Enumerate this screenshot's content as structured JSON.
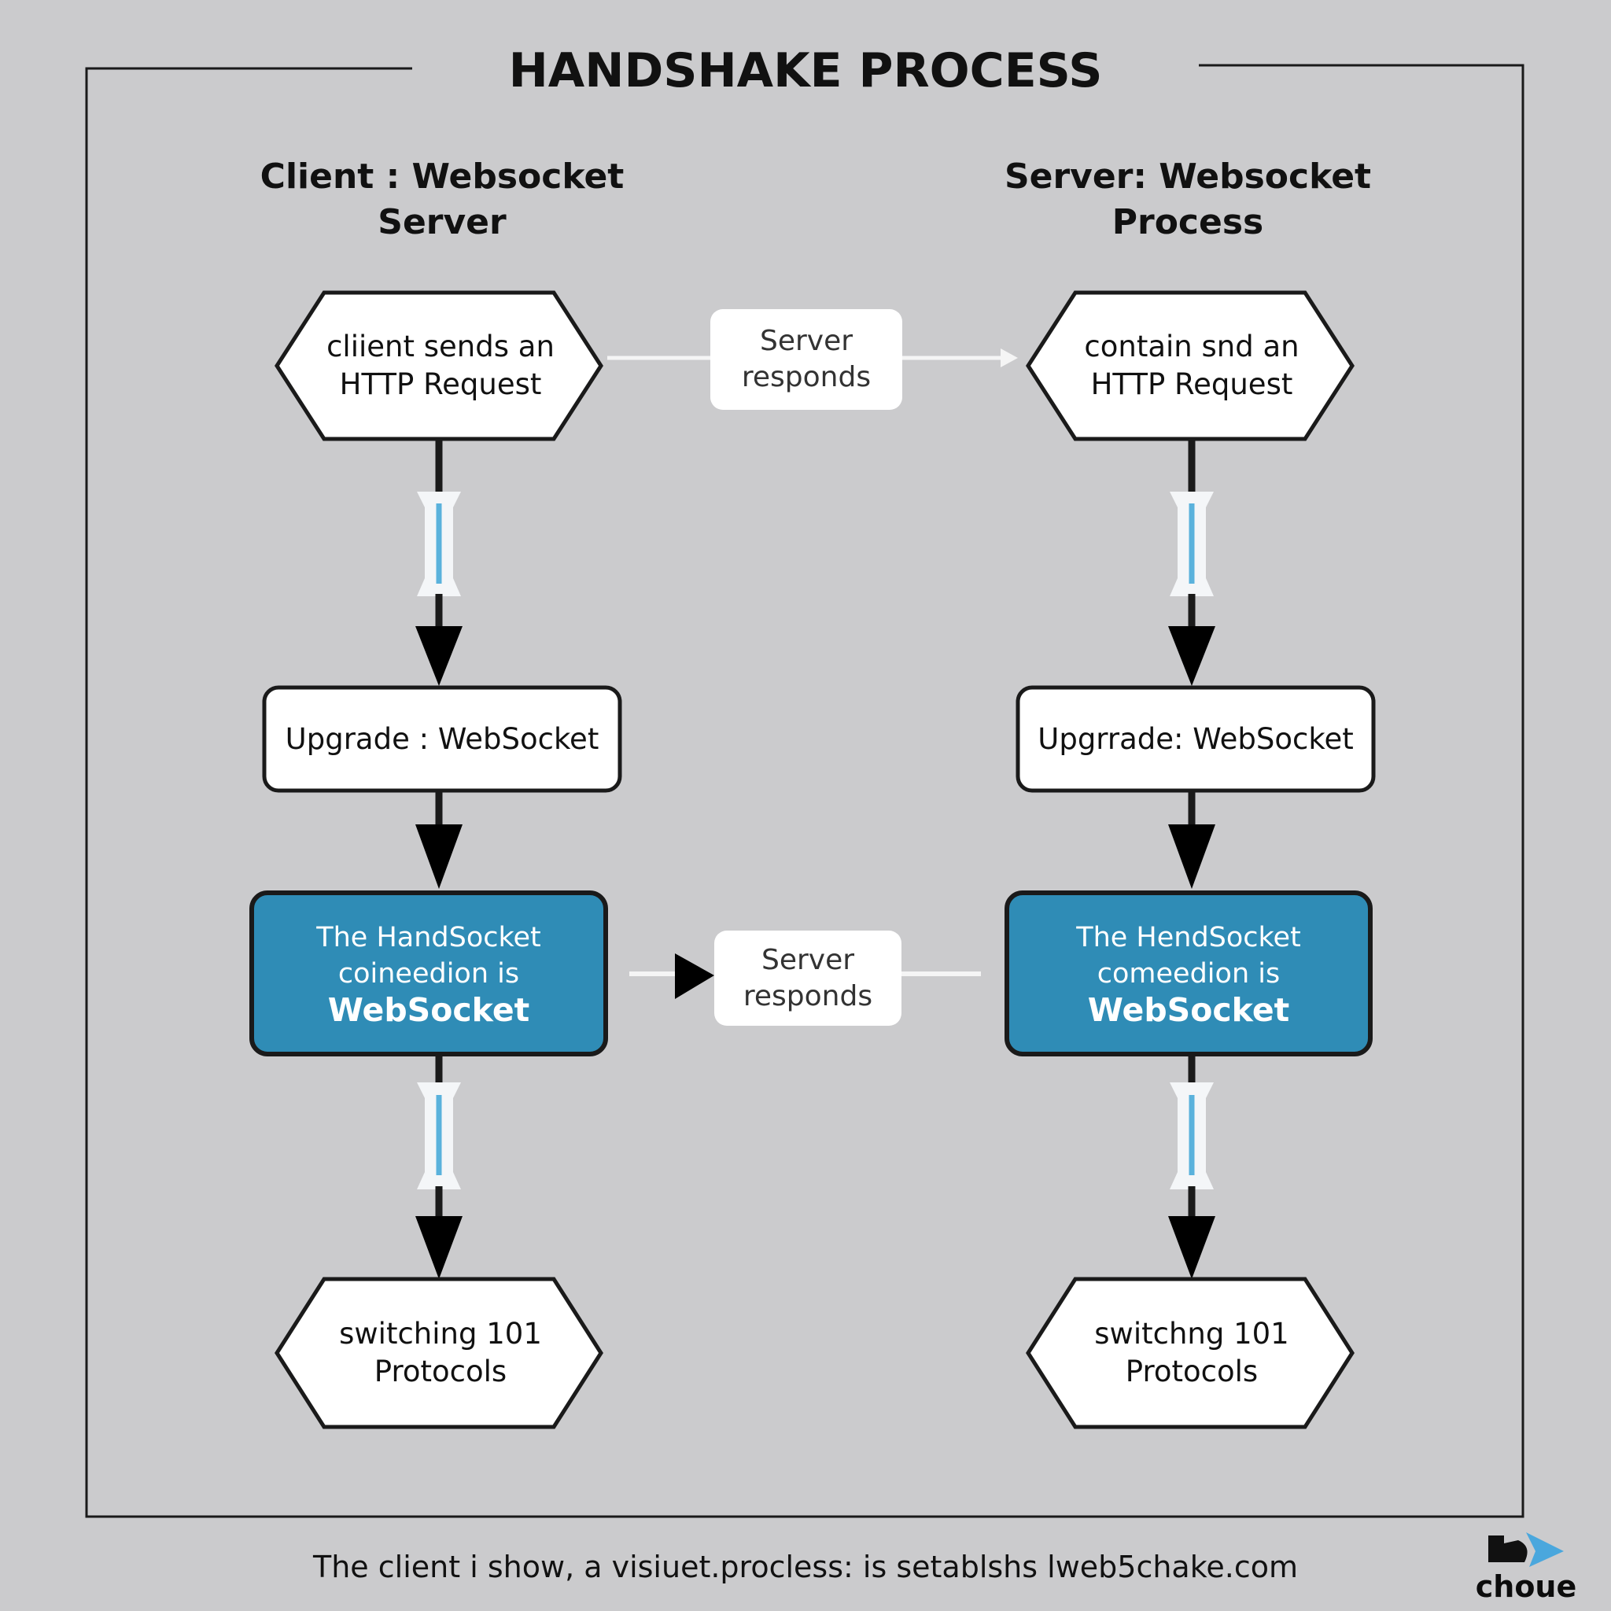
{
  "title": "HANDSHAKE PROCESS",
  "columns": {
    "left": "Client : Websocket\nServer",
    "right": "Server:  Websocket\nProcess"
  },
  "nodes": {
    "left_request": "cliient sends an\nHTTP Request",
    "right_request": "contain snd an\nHTTP Request",
    "left_upgrade": "Upgrade :  WebSocket",
    "right_upgrade": "Upgrrade:  WebSocket",
    "left_handshake": {
      "line1": "The HandSocket",
      "line2": "coineedion  is",
      "line3": "WebSocket"
    },
    "right_handshake": {
      "line1": "The HendSocket",
      "line2": "comeedion  is",
      "line3": "WebSocket"
    },
    "left_switching": "switching 101\nProtocols",
    "right_switching": "switchng 101\nProtocols"
  },
  "edge_labels": {
    "top": "Server\nresponds",
    "middle": "Server\nresponds"
  },
  "footer": "The client i show,  a visiuet.procless:  is setablshs lweb5chake.com",
  "logo": "choue",
  "colors": {
    "background": "#cbcbcd",
    "node_fill": "#ffffff",
    "highlight_fill": "#2f8cb6",
    "accent_line": "#5ab2dc",
    "stroke": "#1a1a1a"
  }
}
